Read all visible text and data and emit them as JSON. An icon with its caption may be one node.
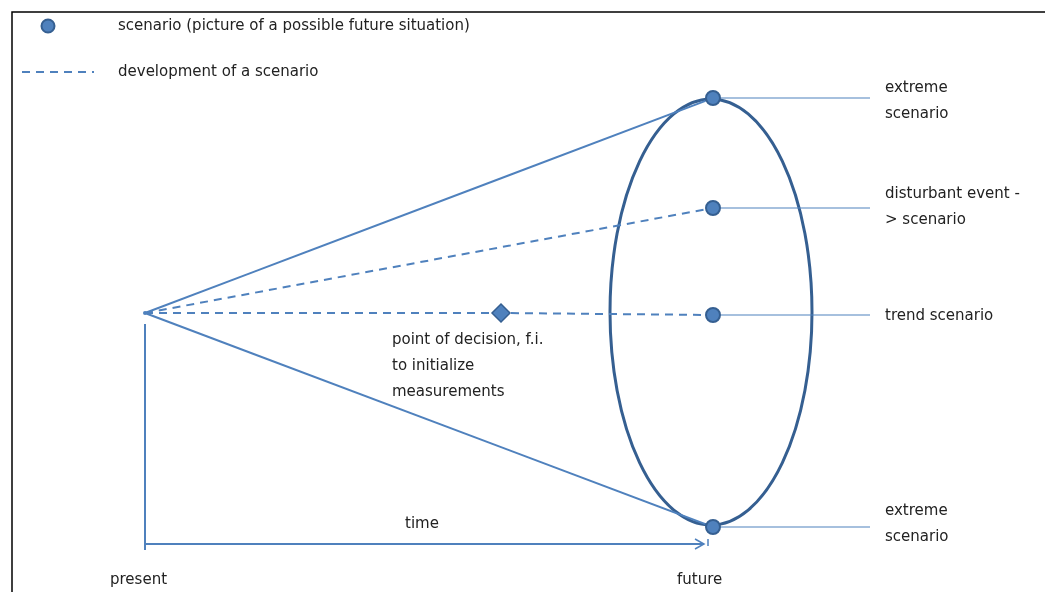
{
  "diagram": {
    "nodes": [
      {
        "text": [],
        "shape": "point"
      },
      {
        "text": [],
        "shape": "circle"
      },
      {
        "text": [],
        "shape": "circle"
      },
      {
        "text": [],
        "shape": "diamond",
        "beside": [
          "point of decision, f.i. to initialize measurements"
        ]
      },
      {
        "text": [],
        "shape": "circle"
      },
      {
        "text": [],
        "shape": "circle"
      },
      {
        "text": [
          "extreme scenario"
        ]
      },
      {
        "text": [
          "disturbant event -> scenario"
        ]
      },
      {
        "text": [
          "trend scenario"
        ]
      },
      {
        "text": [
          "extreme scenario"
        ]
      }
    ],
    "edges": [
      {
        "from": 0,
        "to": 1,
        "arrow": "none"
      },
      {
        "from": 0,
        "to": 2,
        "arrow": "none",
        "style": "dashed"
      },
      {
        "from": 0,
        "to": 3,
        "arrow": "none",
        "style": "dashed"
      },
      {
        "from": 3,
        "to": 4,
        "arrow": "none",
        "style": "dashed"
      },
      {
        "from": 0,
        "to": 5,
        "arrow": "none"
      },
      {
        "from": 6,
        "to": 1,
        "arrow": "none"
      },
      {
        "from": 7,
        "to": 2,
        "arrow": "none"
      },
      {
        "from": 8,
        "to": 4,
        "arrow": "none"
      },
      {
        "from": 9,
        "to": 5,
        "arrow": "none"
      }
    ],
    "labels": [
      "time",
      "present",
      "future"
    ],
    "legend": [
      {
        "text": "scenario (picture of a possible future situation)"
      },
      {
        "text": "development of a scenario"
      }
    ]
  }
}
